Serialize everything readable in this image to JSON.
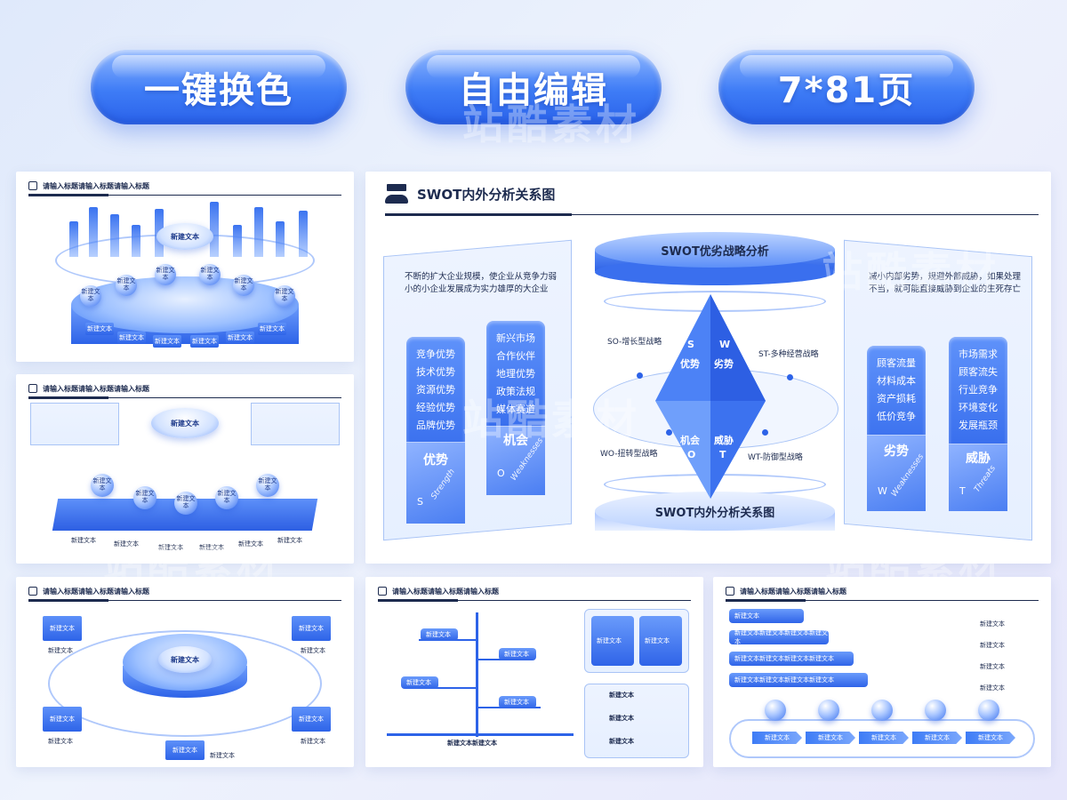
{
  "pills": {
    "recolor": "一键换色",
    "edit": "自由编辑",
    "pages": "7*81页"
  },
  "watermark": "站酷素材",
  "panel_header": "请输入标题请输入标题请输入标题",
  "node_text": "新建文本",
  "swot": {
    "title": "SWOT内外分析关系图",
    "top_disc": "SWOT优劣战略分析",
    "bottom_disc": "SWOT内外分析关系图",
    "left_desc": "不断的扩大企业规模，使企业从竞争力弱小的小企业发展成为实力雄厚的大企业",
    "right_desc": "减小内部劣势，规避外部威胁，如果处理不当，就可能直接威胁到企业的生死存亡",
    "strategies": {
      "so": "SO-增长型战略",
      "st": "ST-多种经营战略",
      "wo": "WO-扭转型战略",
      "wt": "WT-防御型战略"
    },
    "gem": {
      "s": "S",
      "w": "W",
      "o": "O",
      "t": "T",
      "strength": "优势",
      "weakness": "劣势",
      "opportunity": "机会",
      "threat": "威胁"
    },
    "columns": {
      "strength": {
        "items": [
          "竞争优势",
          "技术优势",
          "资源优势",
          "经验优势",
          "品牌优势"
        ],
        "label": "优势",
        "letter": "S",
        "eng": "Strength"
      },
      "opportunity": {
        "items": [
          "新兴市场",
          "合作伙伴",
          "地理优势",
          "政策法规",
          "媒体赛道"
        ],
        "label": "机会",
        "letter": "O",
        "eng": "Weaknesses"
      },
      "weakness": {
        "items": [
          "顾客流量",
          "材料成本",
          "资产损耗",
          "低价竞争"
        ],
        "label": "劣势",
        "letter": "W",
        "eng": "Weaknesses"
      },
      "threat": {
        "items": [
          "市场需求",
          "顾客流失",
          "行业竞争",
          "环境变化",
          "发展瓶颈"
        ],
        "label": "威胁",
        "letter": "T",
        "eng": "Threats"
      }
    }
  },
  "tree_text": "新建文本新建文本",
  "list_text": "新建文本新建文本新建文本新建文本",
  "colors": {
    "accent": "#3e7cf6",
    "dark": "#1d2b4f",
    "light": "#dfe9fb"
  }
}
